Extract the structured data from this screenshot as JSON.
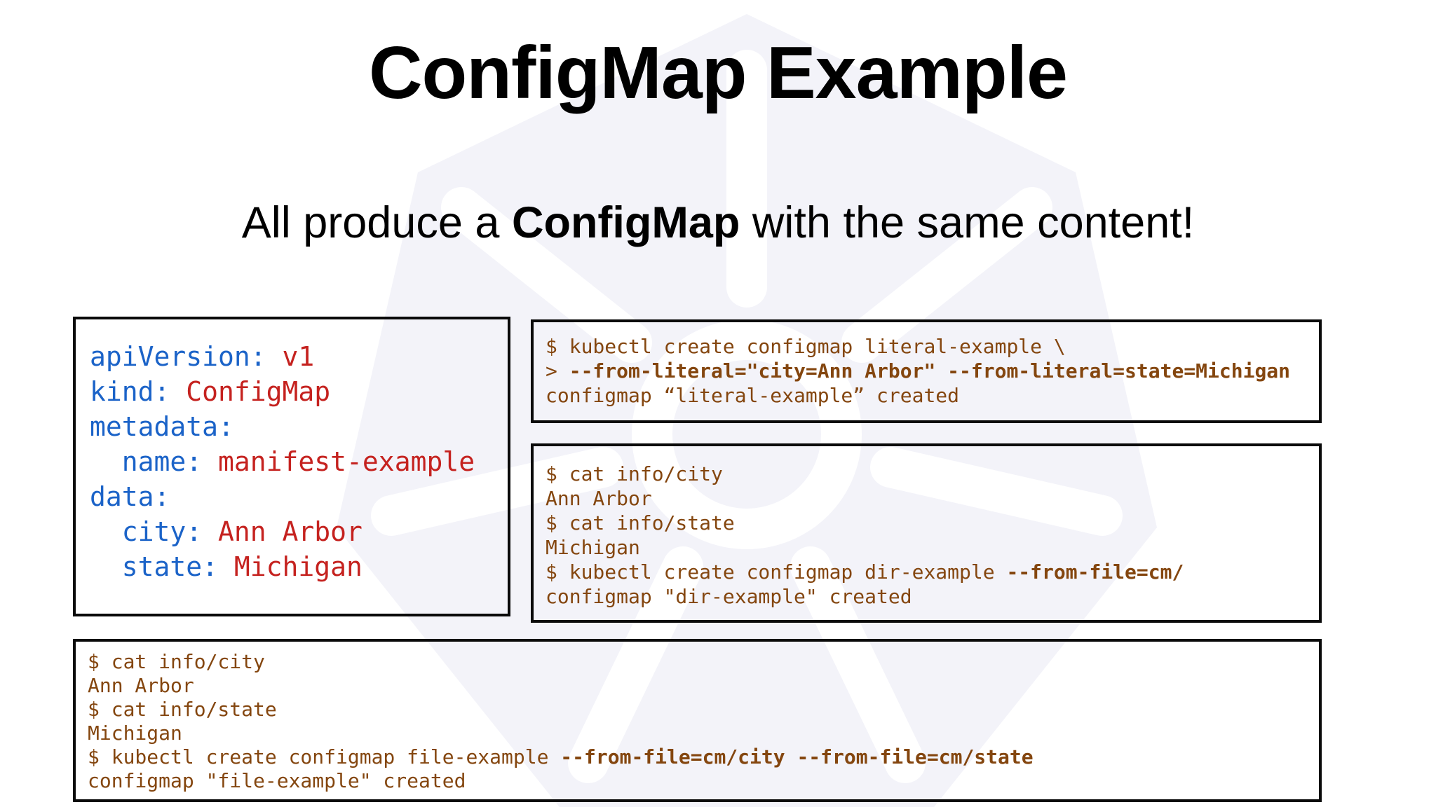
{
  "slide": {
    "title": "ConfigMap Example",
    "subtitle": {
      "prefix": "All produce a ",
      "emphasis": "ConfigMap",
      "suffix": " with the same content!"
    }
  },
  "colors": {
    "yaml_key_blue": "#1b63c8",
    "yaml_value_red": "#c5221f",
    "terminal_brown": "#84460f",
    "box_border_black": "#0a0a0a",
    "watermark_lavender": "#f3f3f9"
  },
  "yaml_box": {
    "lines": [
      [
        {
          "t": "apiVersion: ",
          "s": "key"
        },
        {
          "t": "v1",
          "s": "val"
        }
      ],
      [
        {
          "t": "kind: ",
          "s": "key"
        },
        {
          "t": "ConfigMap",
          "s": "val"
        }
      ],
      [
        {
          "t": "metadata:",
          "s": "key"
        }
      ],
      [
        {
          "t": "  name: ",
          "s": "key"
        },
        {
          "t": "manifest-example",
          "s": "val"
        }
      ],
      [
        {
          "t": "data:",
          "s": "key"
        }
      ],
      [
        {
          "t": "  city: ",
          "s": "key"
        },
        {
          "t": "Ann Arbor",
          "s": "val"
        }
      ],
      [
        {
          "t": "  state: ",
          "s": "key"
        },
        {
          "t": "Michigan",
          "s": "val"
        }
      ]
    ]
  },
  "literal_box": {
    "lines": [
      [
        {
          "t": "$ kubectl create configmap literal-example \\",
          "s": "t"
        }
      ],
      [
        {
          "t": "> ",
          "s": "t"
        },
        {
          "t": "--from-literal=\"city=Ann Arbor\" --from-literal=state=Michigan",
          "s": "tb"
        }
      ],
      [
        {
          "t": "configmap “literal-example” created",
          "s": "t"
        }
      ]
    ]
  },
  "dir_box": {
    "lines": [
      [
        {
          "t": "$ cat info/city",
          "s": "t"
        }
      ],
      [
        {
          "t": "Ann Arbor",
          "s": "t"
        }
      ],
      [
        {
          "t": "$ cat info/state",
          "s": "t"
        }
      ],
      [
        {
          "t": "Michigan",
          "s": "t"
        }
      ],
      [
        {
          "t": "$ kubectl create configmap dir-example ",
          "s": "t"
        },
        {
          "t": "--from-file=cm/",
          "s": "tb"
        }
      ],
      [
        {
          "t": "configmap \"dir-example\" created",
          "s": "t"
        }
      ]
    ]
  },
  "file_box": {
    "lines": [
      [
        {
          "t": "$ cat info/city",
          "s": "t"
        }
      ],
      [
        {
          "t": "Ann Arbor",
          "s": "t"
        }
      ],
      [
        {
          "t": "$ cat info/state",
          "s": "t"
        }
      ],
      [
        {
          "t": "Michigan",
          "s": "t"
        }
      ],
      [
        {
          "t": "$ kubectl create configmap file-example ",
          "s": "t"
        },
        {
          "t": "--from-file=cm/city --from-file=cm/state",
          "s": "tb"
        }
      ],
      [
        {
          "t": "configmap \"file-example\" created",
          "s": "t"
        }
      ]
    ]
  }
}
